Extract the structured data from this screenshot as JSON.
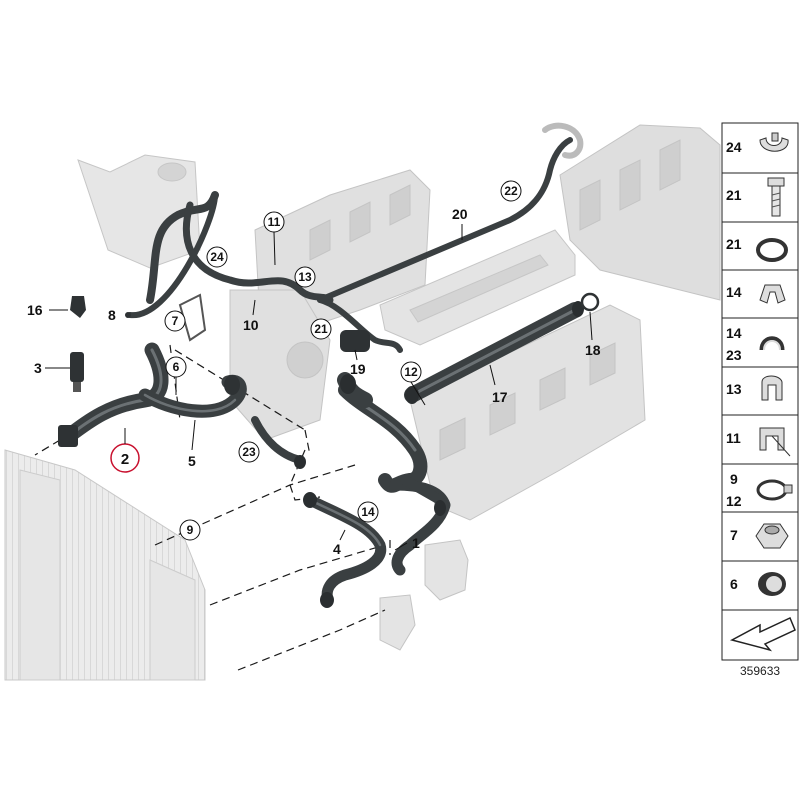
{
  "diagram_id": "359633",
  "colors": {
    "hose": "#3a3f41",
    "hose_highlight": "#6b7174",
    "engine": "#d9d9d9",
    "highlight_ring": "#c8102e"
  },
  "callouts": [
    {
      "id": "c1",
      "text": "1",
      "style": "plain"
    },
    {
      "id": "c2",
      "text": "2",
      "style": "ring-red"
    },
    {
      "id": "c3",
      "text": "3",
      "style": "plain"
    },
    {
      "id": "c4",
      "text": "4",
      "style": "plain"
    },
    {
      "id": "c5",
      "text": "5",
      "style": "plain"
    },
    {
      "id": "c6",
      "text": "6",
      "style": "circle"
    },
    {
      "id": "c7",
      "text": "7",
      "style": "circle"
    },
    {
      "id": "c8",
      "text": "8",
      "style": "plain"
    },
    {
      "id": "c9",
      "text": "9",
      "style": "circle"
    },
    {
      "id": "c10",
      "text": "10",
      "style": "plain"
    },
    {
      "id": "c11",
      "text": "11",
      "style": "circle"
    },
    {
      "id": "c12",
      "text": "12",
      "style": "circle"
    },
    {
      "id": "c13",
      "text": "13",
      "style": "circle"
    },
    {
      "id": "c14",
      "text": "14",
      "style": "circle"
    },
    {
      "id": "c16",
      "text": "16",
      "style": "plain"
    },
    {
      "id": "c17",
      "text": "17",
      "style": "plain"
    },
    {
      "id": "c18",
      "text": "18",
      "style": "plain"
    },
    {
      "id": "c19",
      "text": "19",
      "style": "plain"
    },
    {
      "id": "c20",
      "text": "20",
      "style": "plain"
    },
    {
      "id": "c21",
      "text": "21",
      "style": "circle"
    },
    {
      "id": "c22",
      "text": "22",
      "style": "circle"
    },
    {
      "id": "c23",
      "text": "23",
      "style": "circle"
    },
    {
      "id": "c24",
      "text": "24",
      "style": "circle"
    }
  ],
  "legend": [
    {
      "numbers": [
        "24"
      ],
      "icon": "spring-clip-icon"
    },
    {
      "numbers": [
        "21"
      ],
      "icon": "bolt-icon"
    },
    {
      "numbers": [
        "21"
      ],
      "icon": "o-ring-icon"
    },
    {
      "numbers": [
        "14"
      ],
      "icon": "hose-clip-icon"
    },
    {
      "numbers": [
        "14",
        "23"
      ],
      "icon": "double-clip-icon"
    },
    {
      "numbers": [
        "13"
      ],
      "icon": "snap-clip-icon"
    },
    {
      "numbers": [
        "11"
      ],
      "icon": "bracket-clip-icon"
    },
    {
      "numbers": [
        "9",
        "12"
      ],
      "icon": "hose-clamp-icon"
    },
    {
      "numbers": [
        "7"
      ],
      "icon": "hex-nut-icon"
    },
    {
      "numbers": [
        "6"
      ],
      "icon": "rubber-grommet-icon"
    },
    {
      "numbers": [],
      "icon": "direction-arrow-icon"
    }
  ]
}
